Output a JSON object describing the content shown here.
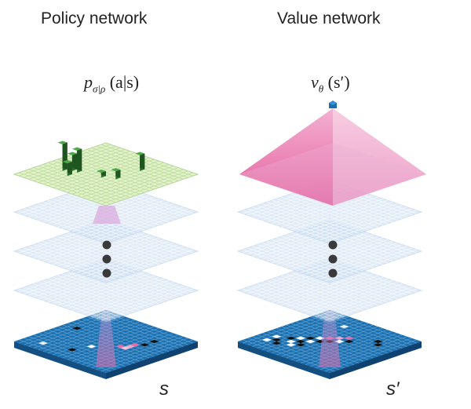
{
  "policy": {
    "title": "Policy network",
    "formula_main": "p",
    "formula_sub": "σ|ρ",
    "formula_args": "(a|s)",
    "input_label": "s"
  },
  "value": {
    "title": "Value network",
    "formula_main": "v",
    "formula_sub": "θ",
    "formula_args": "(s′)",
    "input_label": "s′"
  },
  "colors": {
    "board_blue": "#1a6fb0",
    "board_grid": "#5fa0d0",
    "hidden_layer": "#c7dcf2",
    "hidden_line": "#ffffff",
    "policy_output": "#e3f3c9",
    "policy_bar": "#2f7d2f",
    "value_pyramid": "#e8579a",
    "receptive_field": "#e86aa8",
    "stone_black": "#111111",
    "stone_white": "#ffffff",
    "dots": "#3a3a3a"
  }
}
